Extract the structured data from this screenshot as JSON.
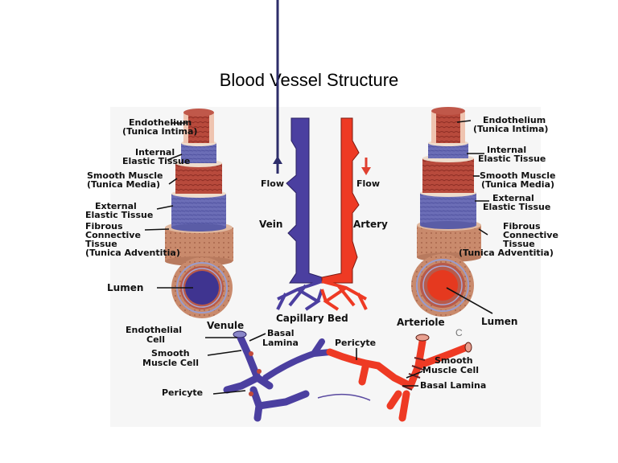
{
  "title": "Blood Vessel Structure",
  "colors": {
    "vein": "#4b3fa0",
    "artery": "#ee3a24",
    "elastic": "#6a6cb8",
    "muscle": "#b5443a",
    "adventitia": "#c98b6e",
    "background": "#f6f6f6"
  },
  "left_vessel_labels": {
    "endothelium": [
      "Endothelium",
      "(Tunica Intima)"
    ],
    "internal_elastic": [
      "Internal",
      "Elastic Tissue"
    ],
    "smooth_muscle": [
      "Smooth Muscle",
      "(Tunica Media)"
    ],
    "external_elastic": [
      "External",
      "Elastic Tissue"
    ],
    "fibrous": [
      "Fibrous",
      "Connective",
      "Tissue",
      "(Tunica Adventitia)"
    ],
    "lumen": "Lumen"
  },
  "right_vessel_labels": {
    "endothelium": [
      "Endothelium",
      "(Tunica Intima)"
    ],
    "internal_elastic": [
      "Internal",
      "Elastic Tissue"
    ],
    "smooth_muscle": [
      "Smooth Muscle",
      "(Tunica Media)"
    ],
    "external_elastic": [
      "External",
      "Elastic Tissue"
    ],
    "fibrous": [
      "Fibrous",
      "Connective",
      "Tissue",
      "(Tunica Adventitia)"
    ],
    "lumen": "Lumen"
  },
  "center_labels": {
    "vein_flow": "Flow",
    "artery_flow": "Flow",
    "vein": "Vein",
    "artery": "Artery",
    "capillary_bed": "Capillary Bed"
  },
  "bottom_left_labels": {
    "venule": "Venule",
    "endothelial_cell": [
      "Endothelial",
      "Cell"
    ],
    "basal_lamina": [
      "Basal",
      "Lamina"
    ],
    "smooth_muscle_cell": [
      "Smooth",
      "Muscle Cell"
    ],
    "pericyte": "Pericyte"
  },
  "bottom_right_labels": {
    "arteriole": "Arteriole",
    "pericyte": "Pericyte",
    "smooth_muscle_cell": [
      "Smooth",
      "Muscle Cell"
    ],
    "basal_lamina": "Basal Lamina",
    "panel_letter": "C"
  }
}
